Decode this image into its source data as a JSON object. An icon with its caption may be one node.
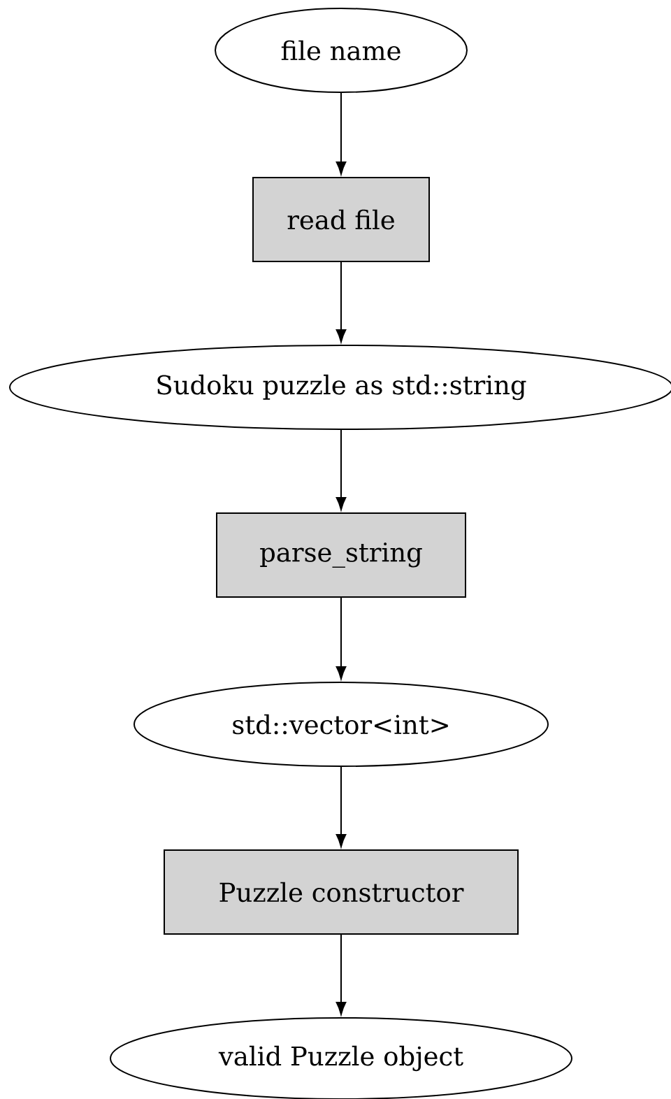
{
  "diagram": {
    "nodes": [
      {
        "text": [
          "file name"
        ]
      },
      {
        "text": [
          "read file"
        ]
      },
      {
        "text": [
          "Sudoku puzzle as std::string"
        ]
      },
      {
        "text": [
          "parse_string"
        ]
      },
      {
        "text": [
          "std::vector<int>"
        ]
      },
      {
        "text": [
          "Puzzle constructor"
        ]
      },
      {
        "text": [
          "valid Puzzle object"
        ]
      }
    ],
    "edges": [
      {
        "from": 0,
        "to": 1,
        "arrow": "to"
      },
      {
        "from": 1,
        "to": 2,
        "arrow": "to"
      },
      {
        "from": 2,
        "to": 3,
        "arrow": "to"
      },
      {
        "from": 3,
        "to": 4,
        "arrow": "to"
      },
      {
        "from": 4,
        "to": 5,
        "arrow": "to"
      },
      {
        "from": 5,
        "to": 6,
        "arrow": "to"
      }
    ]
  }
}
